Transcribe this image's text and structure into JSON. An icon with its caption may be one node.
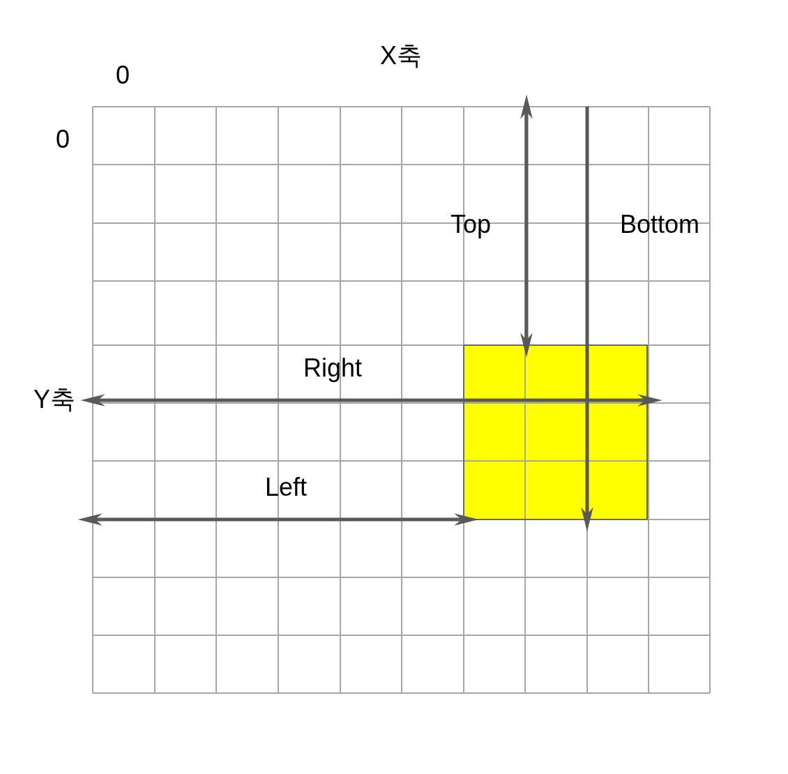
{
  "diagram": {
    "nodes": [
      {
        "text": [],
        "shape": "box"
      }
    ],
    "labels": [
      "X축",
      "0",
      "0",
      "Top",
      "Bottom",
      "Right",
      "Y축",
      "Left"
    ]
  }
}
